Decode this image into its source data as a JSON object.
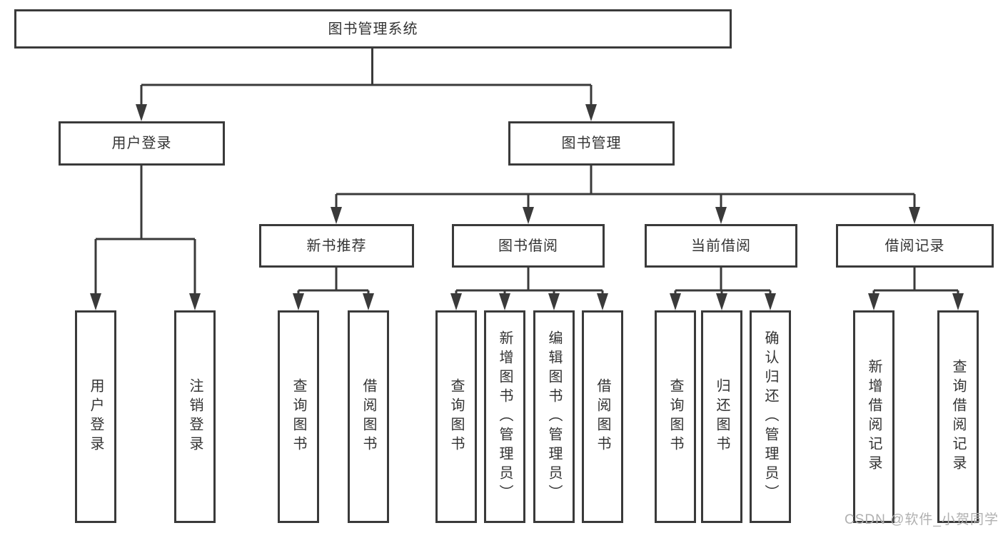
{
  "tree": {
    "root": "图书管理系统",
    "branches": [
      {
        "label": "用户登录",
        "children": [
          "用户登录",
          "注销登录"
        ]
      },
      {
        "label": "图书管理",
        "sections": [
          {
            "label": "新书推荐",
            "children": [
              "查询图书",
              "借阅图书"
            ]
          },
          {
            "label": "图书借阅",
            "children": [
              "查询图书",
              "新增图书（管理员）",
              "编辑图书（管理员）",
              "借阅图书"
            ]
          },
          {
            "label": "当前借阅",
            "children": [
              "查询图书",
              "归还图书",
              "确认归还（管理员）"
            ]
          },
          {
            "label": "借阅记录",
            "children": [
              "新增借阅记录",
              "查询借阅记录"
            ]
          }
        ]
      }
    ]
  },
  "watermark": {
    "text": "CSDN @软件_小贺同学"
  },
  "colors": {
    "line": "#3a3a3a",
    "text": "#333333",
    "background": "#ffffff",
    "watermark": "#b0b0b0"
  }
}
